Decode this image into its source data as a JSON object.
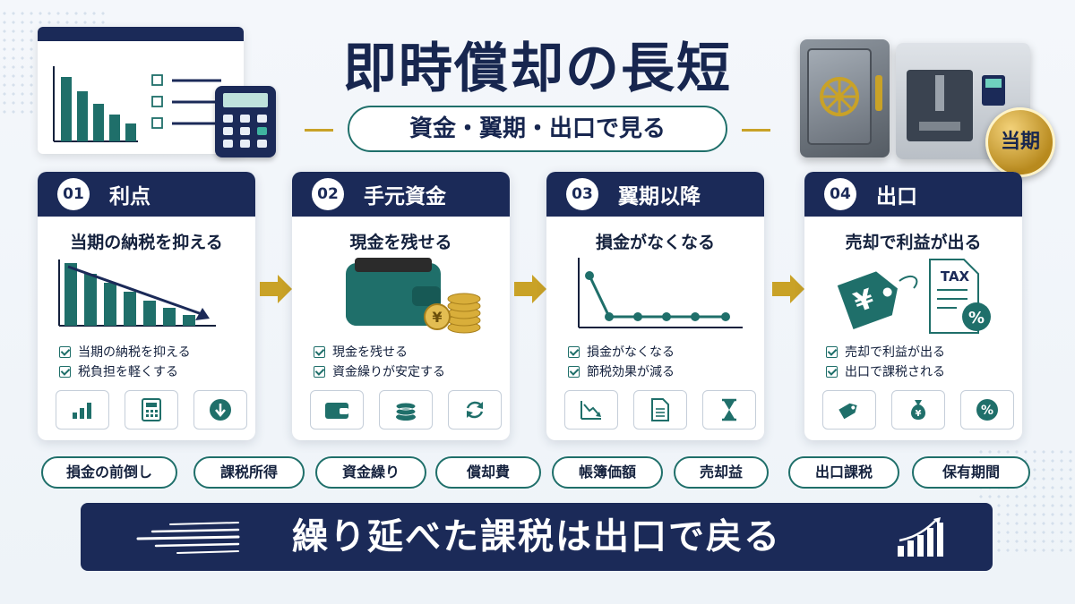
{
  "header": {
    "title": "即時償却の長短",
    "subtitle": "資金・翼期・出口で見る"
  },
  "badge": "当期",
  "colors": {
    "navy": "#1b2a58",
    "teal": "#1f6f6a",
    "gold": "#c9a227"
  },
  "cards": [
    {
      "num": "01",
      "title": "利点",
      "subtitle": "当期の納税を抑える",
      "checks": [
        "当期の納税を抑える",
        "税負担を軽くする"
      ],
      "icons": [
        "bar-chart-icon",
        "calculator-icon",
        "download-arrow-icon"
      ]
    },
    {
      "num": "02",
      "title": "手元資金",
      "subtitle": "現金を残せる",
      "checks": [
        "現金を残せる",
        "資金繰りが安定する"
      ],
      "icons": [
        "wallet-icon",
        "coins-icon",
        "refresh-icon"
      ]
    },
    {
      "num": "03",
      "title": "翼期以降",
      "subtitle": "損金がなくなる",
      "checks": [
        "損金がなくなる",
        "節税効果が減る"
      ],
      "icons": [
        "trend-down-icon",
        "document-icon",
        "hourglass-icon"
      ]
    },
    {
      "num": "04",
      "title": "出口",
      "subtitle": "売却で利益が出る",
      "checks": [
        "売却で利益が出る",
        "出口で課税される"
      ],
      "icons": [
        "price-tag-icon",
        "money-bag-icon",
        "percent-icon"
      ],
      "doc_label": "TAX"
    }
  ],
  "tags": [
    "損金の前倒し",
    "課税所得",
    "資金繰り",
    "償却費",
    "帳簿価額",
    "売却益",
    "出口課税",
    "保有期間"
  ],
  "banner": "繰り延べた課税は出口で戻る"
}
